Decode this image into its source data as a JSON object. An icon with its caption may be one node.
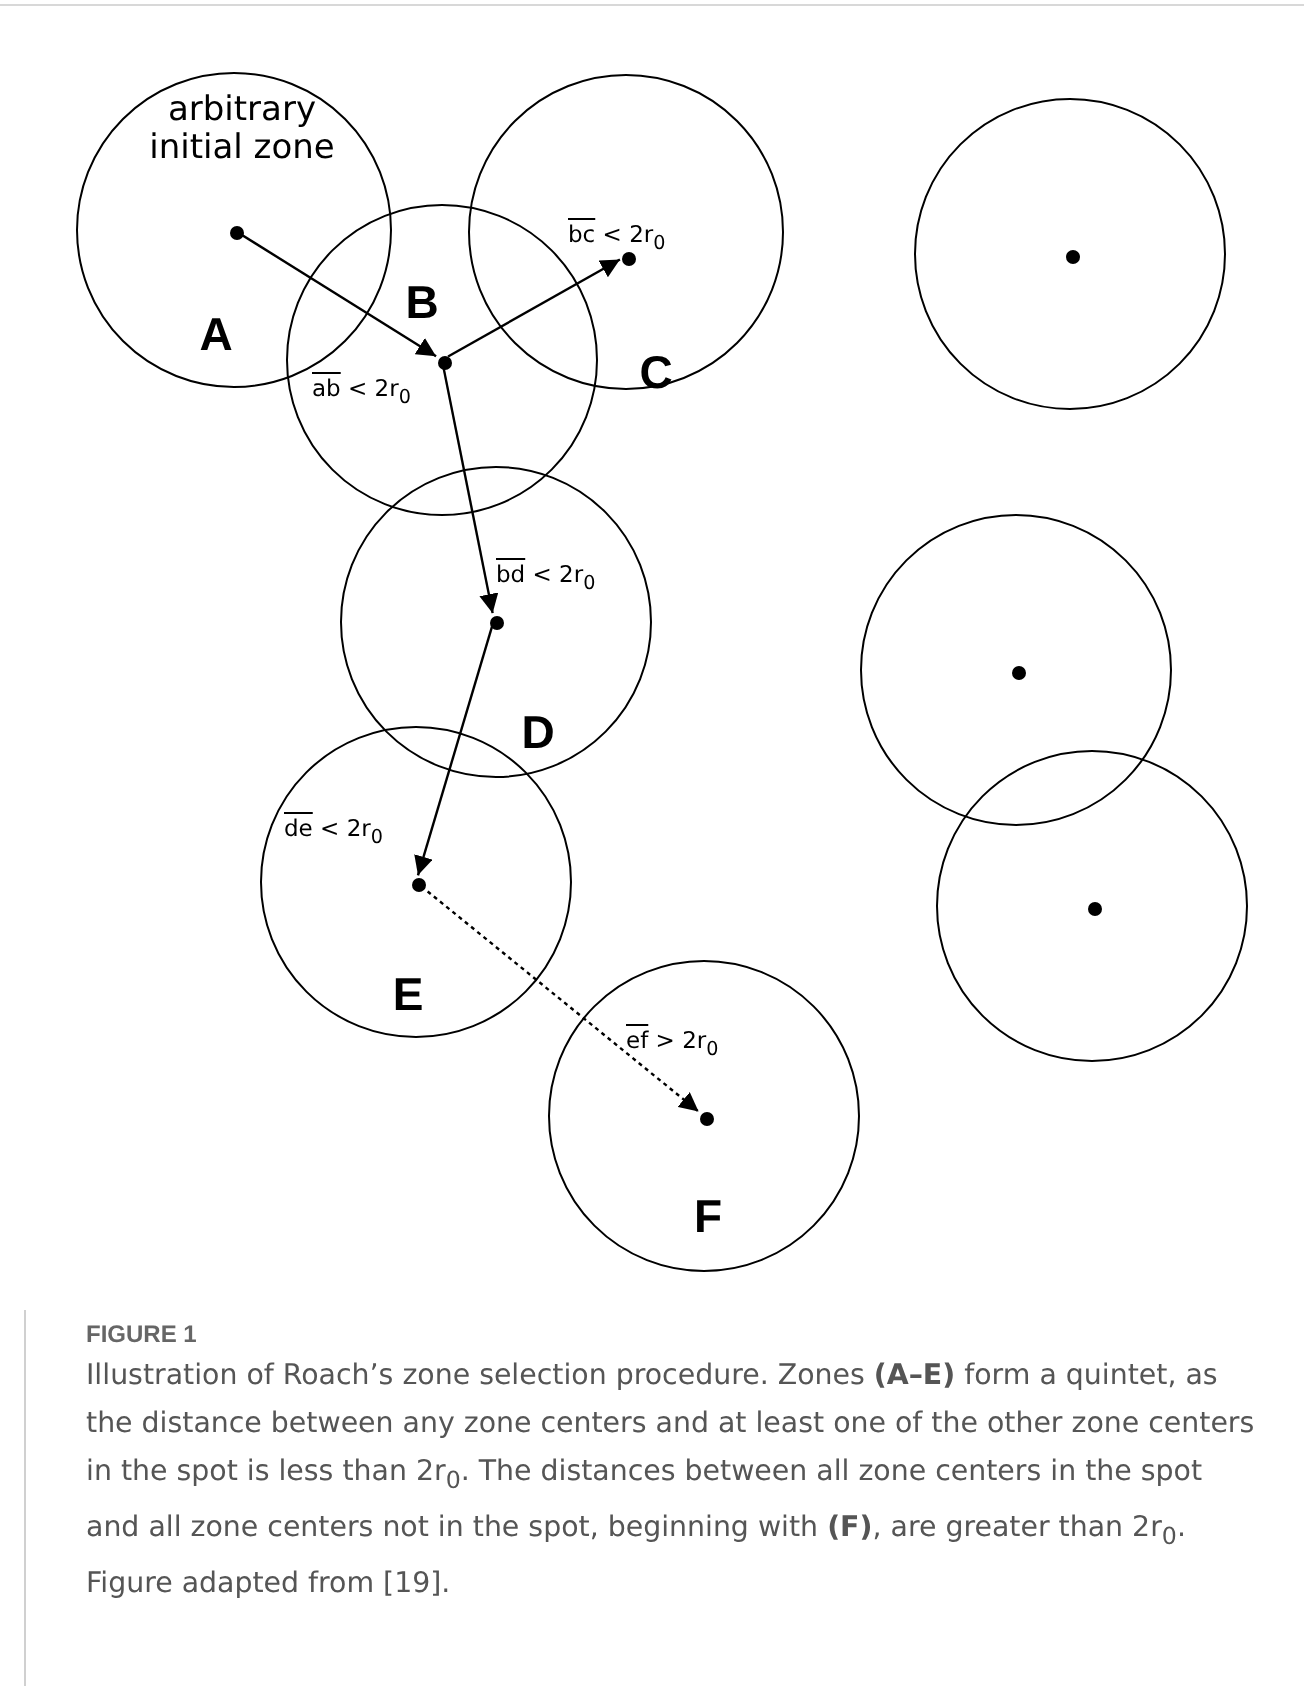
{
  "diagram": {
    "caption": "Illustration of Roach’s zone selection procedure. Zones **(A–E)** form a quintet, as the distance between any zone centers and at least one of the other zone centers in the spot is less than 2r$_{0}$. The distances between all zone centers in the spot and all zone centers not in the spot, beginning with **(F)**, are greater than 2r$_{0}$. Figure adapted from [19].",
    "nodes": [
      {
        "text": [
          "arbitrary initial zone",
          "A"
        ]
      },
      {
        "text": [],
        "shape": "dot",
        "in": 0
      },
      {
        "text": [
          "B"
        ]
      },
      {
        "text": [],
        "shape": "dot",
        "in": 2
      },
      {
        "text": [
          "C"
        ]
      },
      {
        "text": [],
        "shape": "dot",
        "in": 4
      },
      {
        "text": [],
        "shape": "circle"
      },
      {
        "text": [],
        "shape": "dot",
        "in": 6
      },
      {
        "text": [
          "D"
        ]
      },
      {
        "text": [],
        "shape": "dot",
        "in": 8
      },
      {
        "text": [],
        "shape": "circle"
      },
      {
        "text": [],
        "shape": "dot",
        "in": 10
      },
      {
        "text": [],
        "shape": "circle"
      },
      {
        "text": [],
        "shape": "dot",
        "in": 12
      },
      {
        "text": [
          "E"
        ]
      },
      {
        "text": [],
        "shape": "dot",
        "in": 14
      },
      {
        "text": [
          "F"
        ]
      },
      {
        "text": [],
        "shape": "dot",
        "in": 16
      }
    ],
    "edges": [
      {
        "from": 1,
        "to": 3,
        "arrow": "to",
        "label": "ab < 2r$_{0}$"
      },
      {
        "from": 3,
        "to": 5,
        "arrow": "to",
        "label": "bc < 2r$_{0}$"
      },
      {
        "from": 3,
        "to": 9,
        "arrow": "to",
        "label": "bd < 2r$_{0}$"
      },
      {
        "from": 9,
        "to": 15,
        "arrow": "to",
        "label": "de < 2r$_{0}$"
      },
      {
        "from": 15,
        "to": 17,
        "arrow": "to",
        "label": "ef > 2r$_{0}$",
        "style": "dashed"
      }
    ],
    "labels": [
      "FIGURE 1"
    ]
  }
}
